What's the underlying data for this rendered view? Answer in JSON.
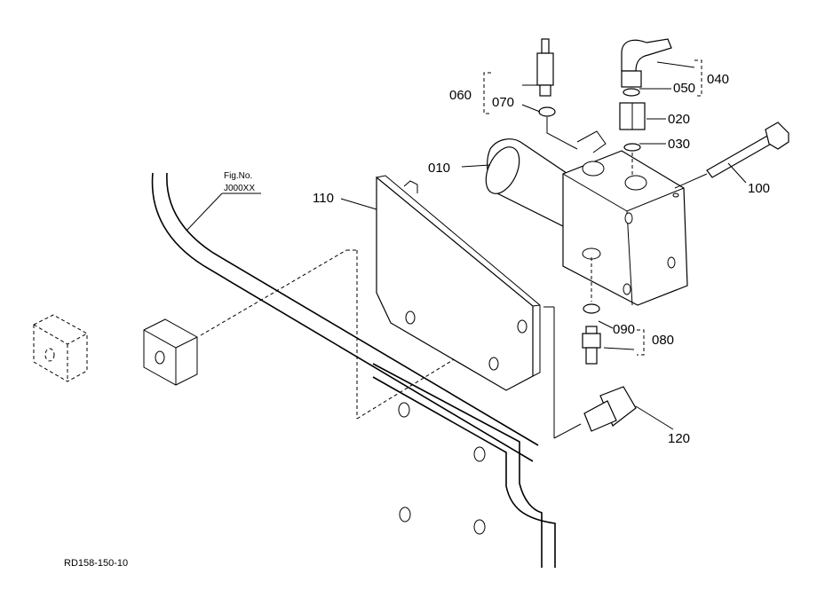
{
  "parts": {
    "p010": "010",
    "p020": "020",
    "p030": "030",
    "p040": "040",
    "p050": "050",
    "p060": "060",
    "p070": "070",
    "p080": "080",
    "p090": "090",
    "p100": "100",
    "p110": "110",
    "p120": "120"
  },
  "figure_ref": {
    "line1": "Fig.No.",
    "line2": "J000XX"
  },
  "drawing_id": "RD158-150-10"
}
